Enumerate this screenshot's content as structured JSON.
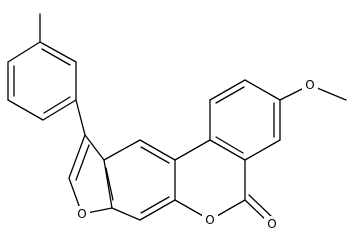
{
  "diagram": {
    "type": "chemical-structure",
    "atom_labels": {
      "methoxy_oxygen": "O",
      "furan_oxygen": "O",
      "lactone_ring_oxygen": "O",
      "carbonyl_oxygen": "O"
    },
    "colors": {
      "bonds": "#000000",
      "labels": "#000000",
      "background": "#ffffff"
    }
  }
}
